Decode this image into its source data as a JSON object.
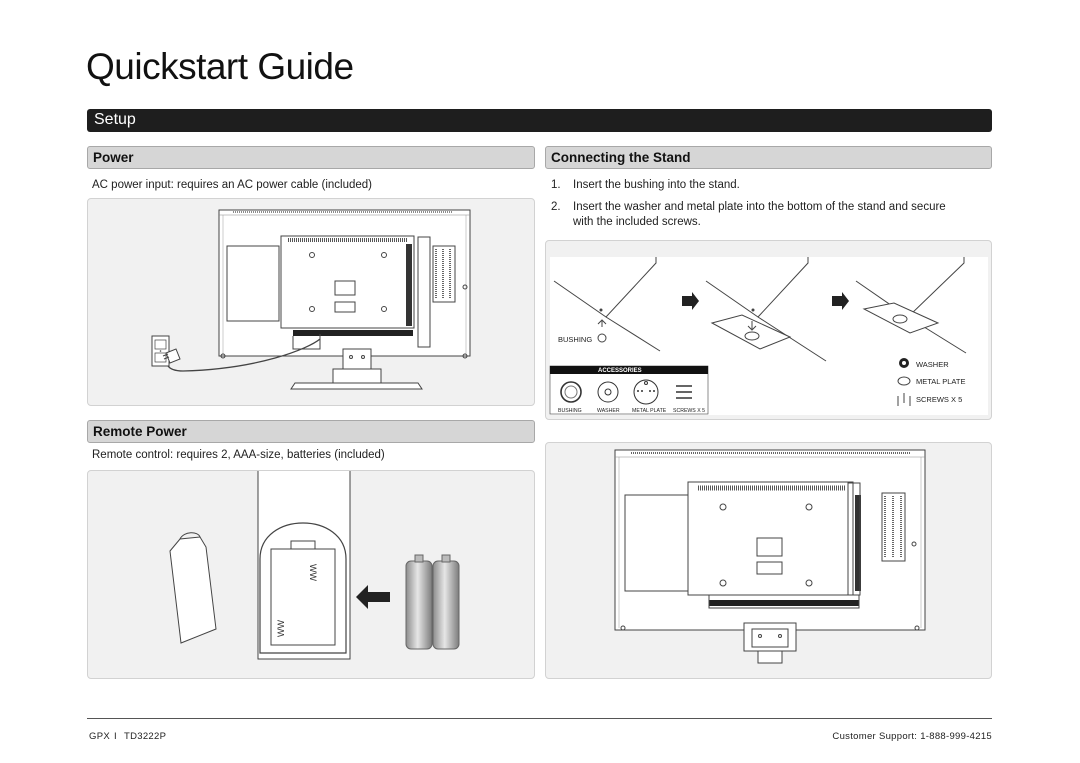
{
  "page_title": "Quickstart Guide",
  "setup_header": "Setup",
  "power": {
    "heading": "Power",
    "text": "AC power input: requires an AC power cable (included)"
  },
  "remote_power": {
    "heading": "Remote Power",
    "text": "Remote control: requires 2, AAA-size, batteries (included)"
  },
  "stand": {
    "heading": "Connecting the Stand",
    "steps": [
      {
        "num": "1.",
        "text": "Insert the bushing into the stand."
      },
      {
        "num": "2.",
        "text": "Insert the washer and metal plate into the bottom of the stand and secure",
        "text2": "with the included screws."
      }
    ],
    "labels": {
      "bushing": "BUSHING",
      "accessories": "ACCESSORIES",
      "acc_bushing": "BUSHING",
      "acc_washer": "WASHER",
      "acc_metal_plate": "METAL PLATE",
      "acc_screws": "SCREWS X 5",
      "washer": "WASHER",
      "metal_plate": "METAL PLATE",
      "screws": "SCREWS X 5"
    }
  },
  "footer": {
    "brand": "GPX",
    "separator": "I",
    "model": "TD3222P",
    "support": "Customer Support: 1-888-999-4215"
  }
}
